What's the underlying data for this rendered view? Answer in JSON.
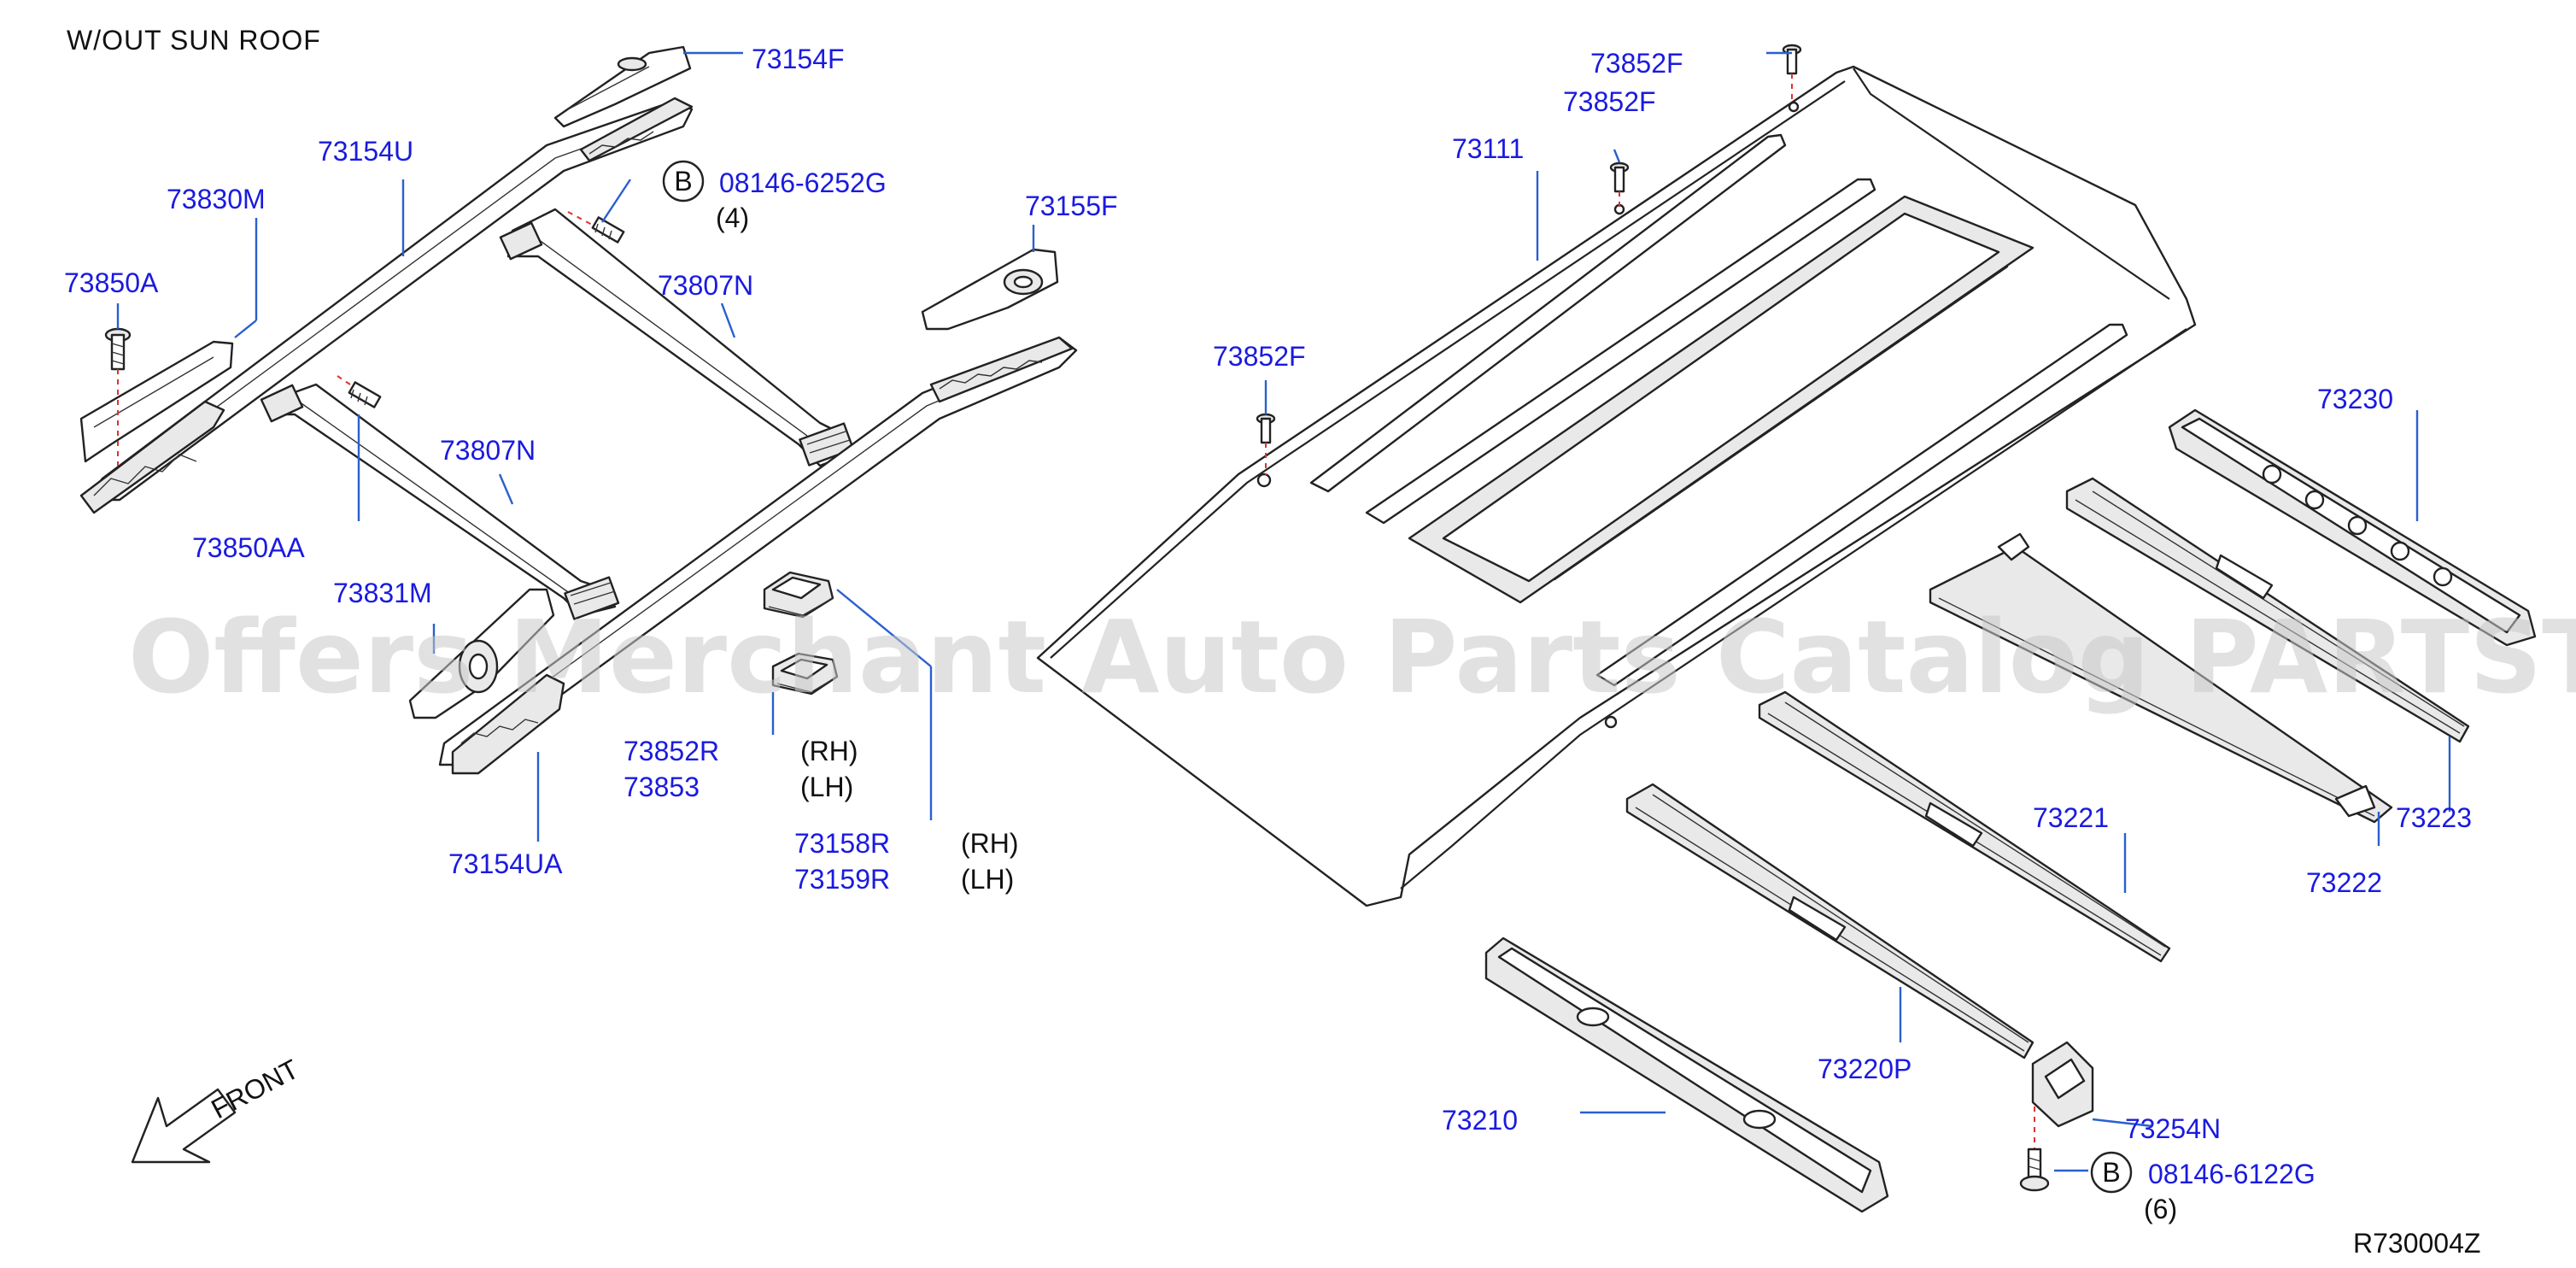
{
  "header": {
    "title": "W/OUT  SUN  ROOF"
  },
  "watermark": {
    "text": "Offers Merchant Auto Parts Catalog PARTSTORE.SA"
  },
  "footer": {
    "ref_code": "R730004Z",
    "direction_label": "FRONT"
  },
  "callouts": {
    "p73154F": "73154F",
    "p73154U": "73154U",
    "p73830M": "73830M",
    "p73850A": "73850A",
    "bolt_top_badge": "B",
    "bolt_top_pn": "08146-6252G",
    "bolt_top_qty": "(4)",
    "p73155F": "73155F",
    "p73807N_a": "73807N",
    "p73807N_b": "73807N",
    "p73850AA": "73850AA",
    "p73831M": "73831M",
    "p73852R": "73852R",
    "p73853": "73853",
    "rh_a": "(RH)",
    "lh_a": "(LH)",
    "p73154UA": "73154UA",
    "p73158R": "73158R",
    "p73159R": "73159R",
    "rh_b": "(RH)",
    "lh_b": "(LH)",
    "p73852F_a": "73852F",
    "p73852F_b": "73852F",
    "p73852F_c": "73852F",
    "p73111": "73111",
    "p73230": "73230",
    "p73223": "73223",
    "p73222": "73222",
    "p73221": "73221",
    "p73220P": "73220P",
    "p73210": "73210",
    "p73254N": "73254N",
    "bolt_bottom_badge": "B",
    "bolt_bottom_pn": "08146-6122G",
    "bolt_bottom_qty": "(6)"
  }
}
